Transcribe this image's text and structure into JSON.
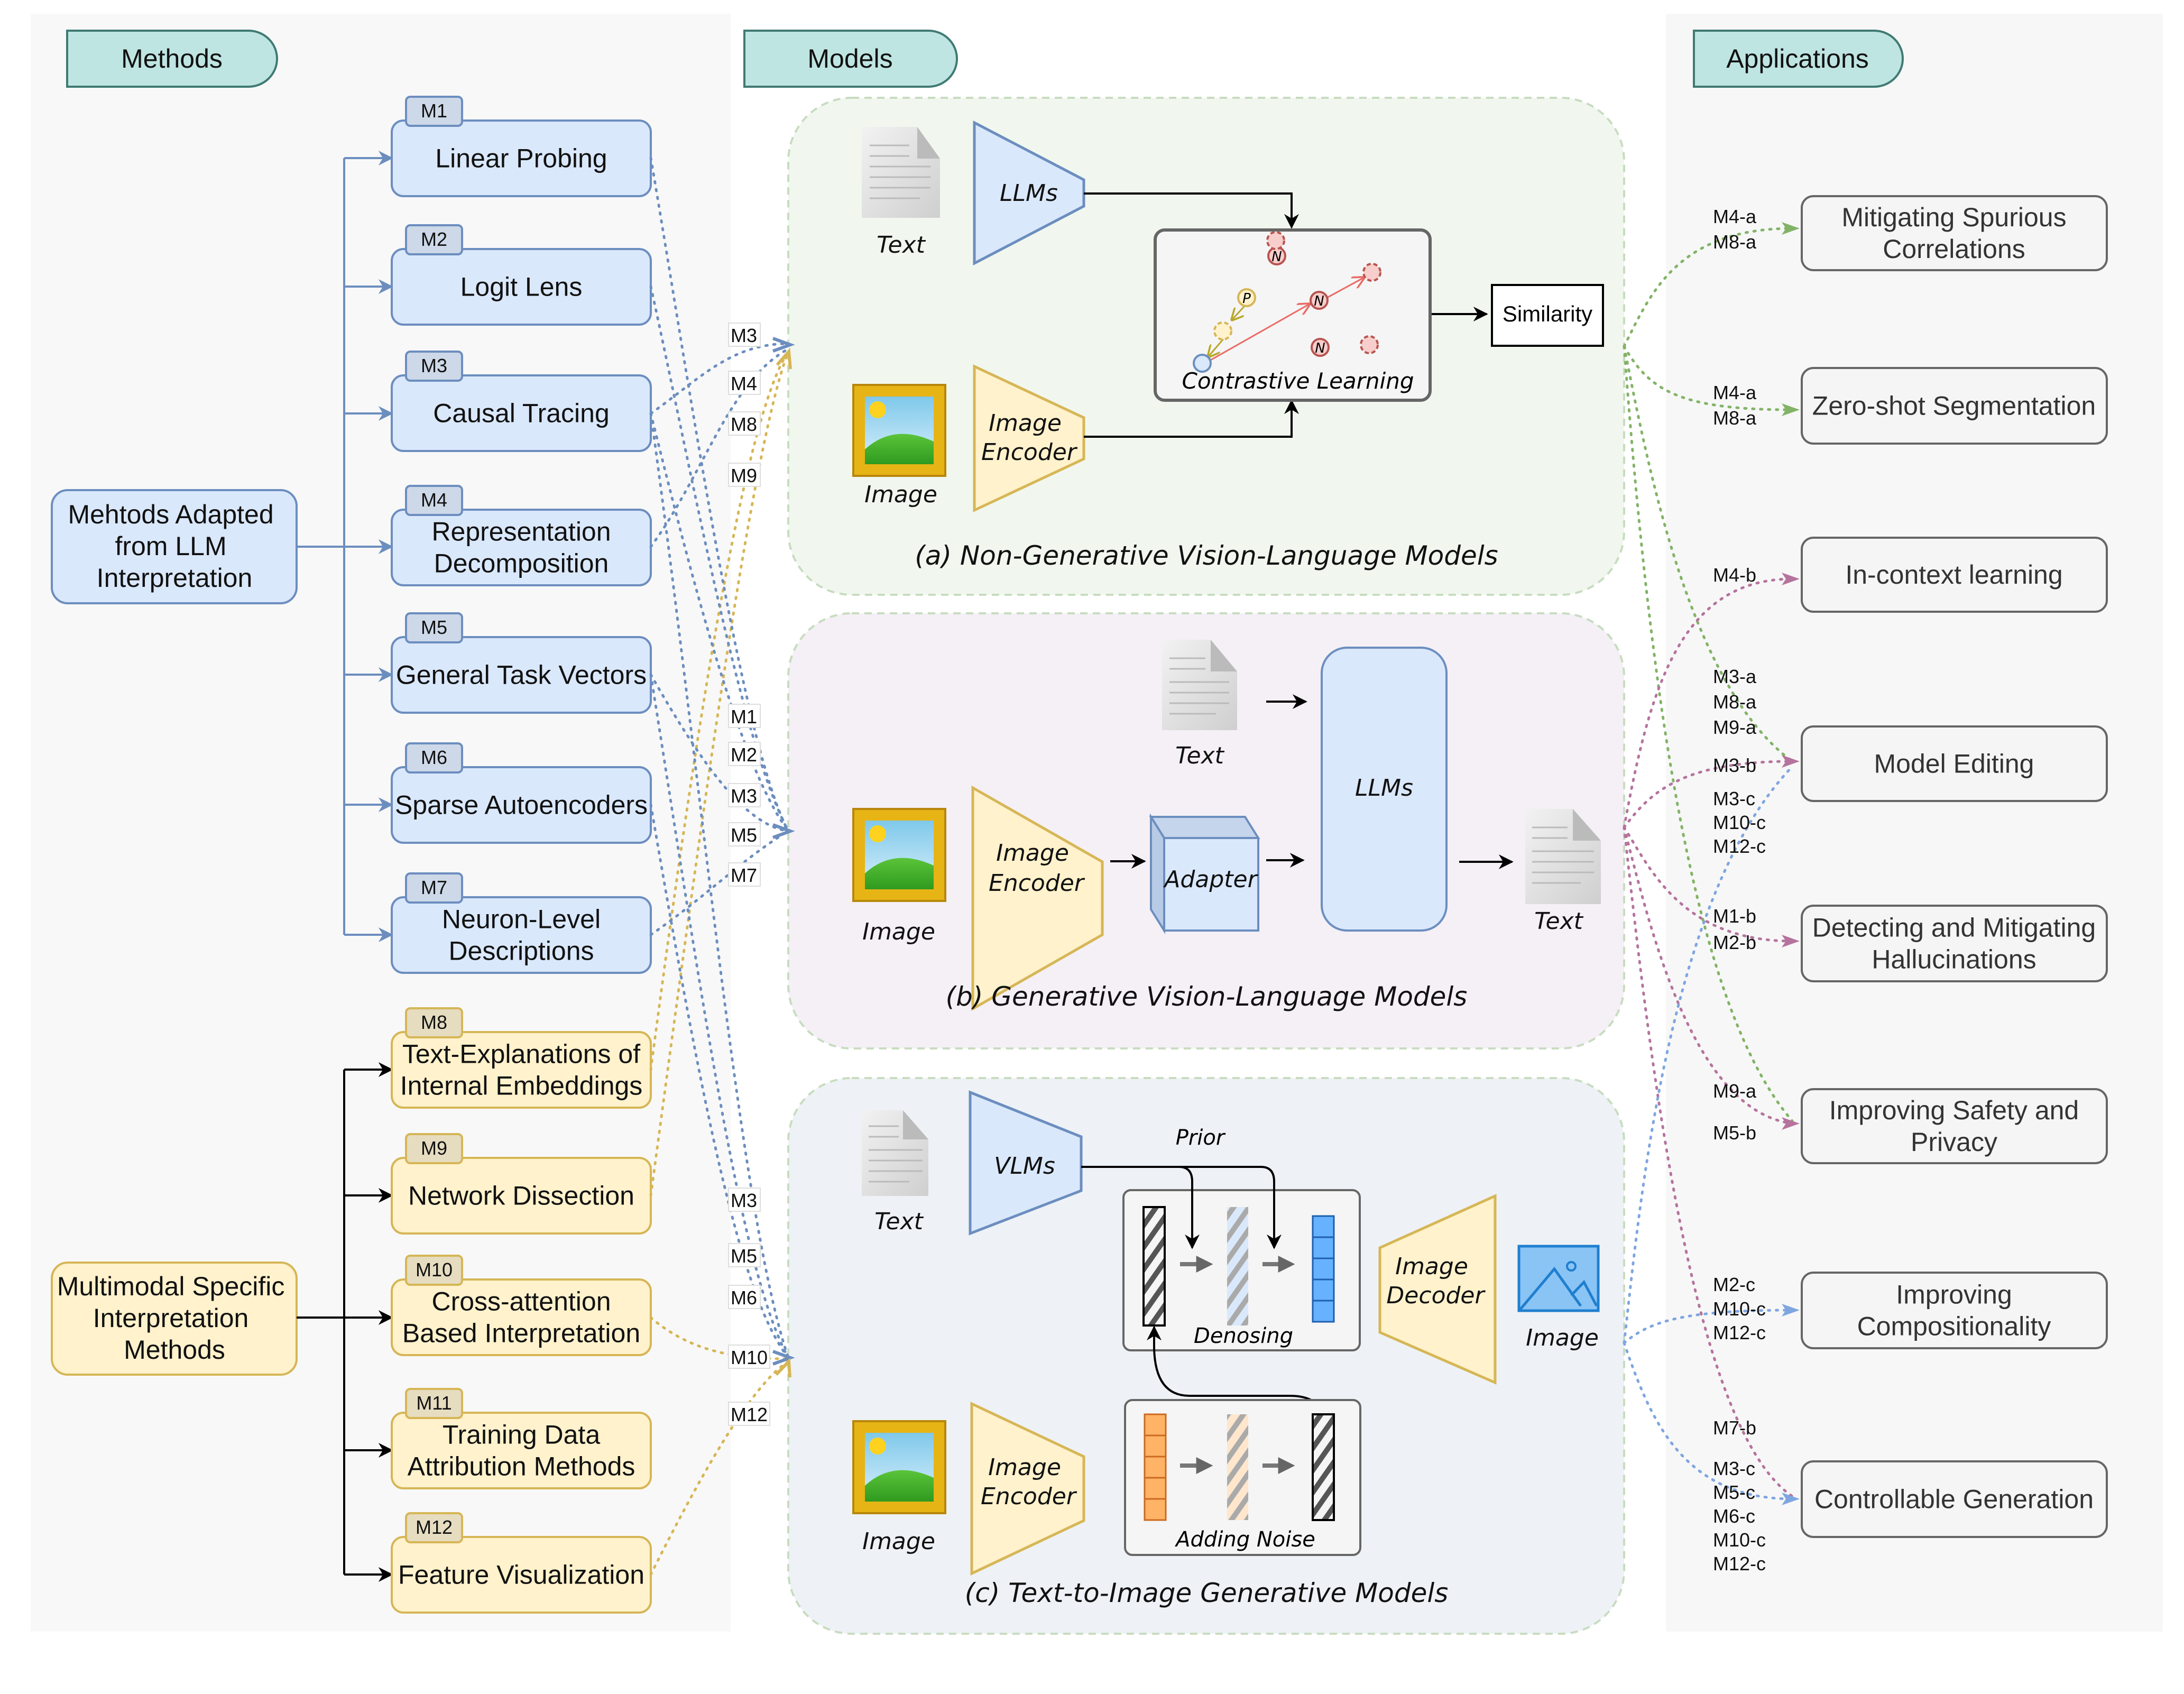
{
  "headers": {
    "methods": "Methods",
    "models": "Models",
    "applications": "Applications"
  },
  "groups": {
    "llm": [
      "Mehtods Adapted",
      "from LLM",
      "Interpretation"
    ],
    "multimodal": [
      "Multimodal Specific",
      "Interpretation",
      "Methods"
    ]
  },
  "methods": [
    {
      "id": "M1",
      "lines": [
        "Linear Probing"
      ],
      "group": "llm"
    },
    {
      "id": "M2",
      "lines": [
        "Logit Lens"
      ],
      "group": "llm"
    },
    {
      "id": "M3",
      "lines": [
        "Causal Tracing"
      ],
      "group": "llm"
    },
    {
      "id": "M4",
      "lines": [
        "Representation",
        "Decomposition"
      ],
      "group": "llm"
    },
    {
      "id": "M5",
      "lines": [
        "General Task Vectors"
      ],
      "group": "llm"
    },
    {
      "id": "M6",
      "lines": [
        "Sparse Autoencoders"
      ],
      "group": "llm"
    },
    {
      "id": "M7",
      "lines": [
        "Neuron-Level",
        "Descriptions"
      ],
      "group": "llm"
    },
    {
      "id": "M8",
      "lines": [
        "Text-Explanations of",
        "Internal Embeddings"
      ],
      "group": "multimodal"
    },
    {
      "id": "M9",
      "lines": [
        "Network Dissection"
      ],
      "group": "multimodal"
    },
    {
      "id": "M10",
      "lines": [
        "Cross-attention",
        "Based Interpretation"
      ],
      "group": "multimodal"
    },
    {
      "id": "M11",
      "lines": [
        "Training Data",
        "Attribution Methods"
      ],
      "group": "multimodal"
    },
    {
      "id": "M12",
      "lines": [
        "Feature Visualization"
      ],
      "group": "multimodal"
    }
  ],
  "method_to_model_labels": {
    "non_generative": [
      "M3",
      "M4",
      "M8",
      "M9"
    ],
    "generative": [
      "M1",
      "M2",
      "M3",
      "M5",
      "M7"
    ],
    "text_to_image": [
      "M3",
      "M5",
      "M6",
      "M10",
      "M12"
    ]
  },
  "models": {
    "non_generative": {
      "caption": "(a) Non-Generative Vision-Language Models",
      "text_label": "Text",
      "image_label": "Image",
      "llm_label": "LLMs",
      "encoder_label": [
        "Image",
        "Encoder"
      ],
      "contrastive_label": "Contrastive Learning",
      "similarity_label": "Similarity",
      "positive_marker": "P",
      "negative_marker": "N"
    },
    "generative": {
      "caption": "(b) Generative Vision-Language Models",
      "text_in_label": "Text",
      "image_label": "Image",
      "encoder_label": [
        "Image",
        "Encoder"
      ],
      "adapter_label": "Adapter",
      "llm_label": "LLMs",
      "text_out_label": "Text"
    },
    "text_to_image": {
      "caption": "(c) Text-to-Image Generative Models",
      "text_label": "Text",
      "vlm_label": "VLMs",
      "prior_label": "Prior",
      "denoising_label": "Denosing",
      "decoder_label": [
        "Image",
        "Decoder"
      ],
      "output_image_label": "Image",
      "input_image_label": "Image",
      "encoder_label": [
        "Image",
        "Encoder"
      ],
      "noise_label": "Adding Noise"
    }
  },
  "applications": [
    {
      "name": [
        "Mitigating Spurious",
        "Correlations"
      ],
      "labels": [
        "M4-a",
        "M8-a"
      ]
    },
    {
      "name": [
        "Zero-shot Segmentation"
      ],
      "labels": [
        "M4-a",
        "M8-a"
      ]
    },
    {
      "name": [
        "In-context learning"
      ],
      "labels": [
        "M4-b"
      ]
    },
    {
      "name": [
        "Model Editing"
      ],
      "labels": [
        "M3-a",
        "M8-a",
        "M9-a",
        "M3-b",
        "M3-c",
        "M10-c",
        "M12-c"
      ]
    },
    {
      "name": [
        "Detecting and Mitigating",
        "Hallucinations"
      ],
      "labels": [
        "M1-b",
        "M2-b"
      ]
    },
    {
      "name": [
        "Improving Safety and",
        "Privacy"
      ],
      "labels": [
        "M9-a",
        "M5-b"
      ]
    },
    {
      "name": [
        "Improving",
        "Compositionality"
      ],
      "labels": [
        "M2-c",
        "M10-c",
        "M12-c"
      ]
    },
    {
      "name": [
        "Controllable Generation"
      ],
      "labels": [
        "M7-b",
        "M3-c",
        "M5-c",
        "M6-c",
        "M10-c",
        "M12-c"
      ]
    }
  ],
  "colors": {
    "header_fill": "#bfe5e2",
    "header_stroke": "#3f7a73",
    "llm_fill": "#dae8fc",
    "llm_stroke": "#6c8ebf",
    "llm_tag_fill": "#cdd8e8",
    "mm_fill": "#fff2cc",
    "mm_stroke": "#d6b656",
    "mm_tag_fill": "#e6dcc0",
    "app_fill": "#f5f5f5",
    "app_stroke": "#666666",
    "panel_a": "#f1f7ef",
    "panel_b": "#f4f0f6",
    "panel_c": "#eef2f6",
    "panel_border": "#b9d3b0",
    "link_green": "#82b366",
    "link_purple": "#b5739d",
    "link_blue": "#7ea6e0"
  }
}
